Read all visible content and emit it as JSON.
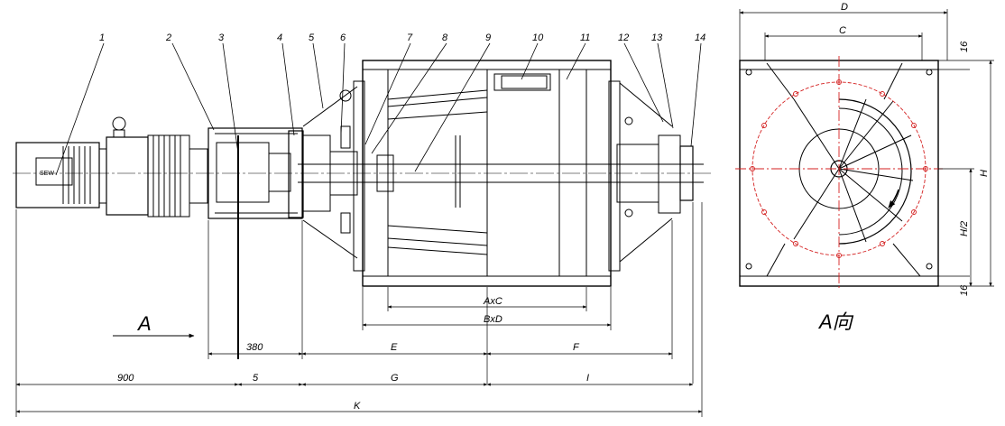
{
  "part_numbers": [
    "1",
    "2",
    "3",
    "4",
    "5",
    "6",
    "7",
    "8",
    "9",
    "10",
    "11",
    "12",
    "13",
    "14"
  ],
  "motor_badge": "SEW",
  "dimensions": {
    "D": "D",
    "C": "C",
    "t16_top": "16",
    "t16_bottom": "16",
    "H": "H",
    "H2": "H/2",
    "AxC": "AxC",
    "BxD": "BxD",
    "d380": "380",
    "E": "E",
    "F": "F",
    "d900": "900",
    "d5": "5",
    "G": "G",
    "I": "I",
    "K": "K"
  },
  "view_arrow_label": "A",
  "view_title": "A向",
  "colors": {
    "line": "#000000",
    "center": "#d42020"
  }
}
